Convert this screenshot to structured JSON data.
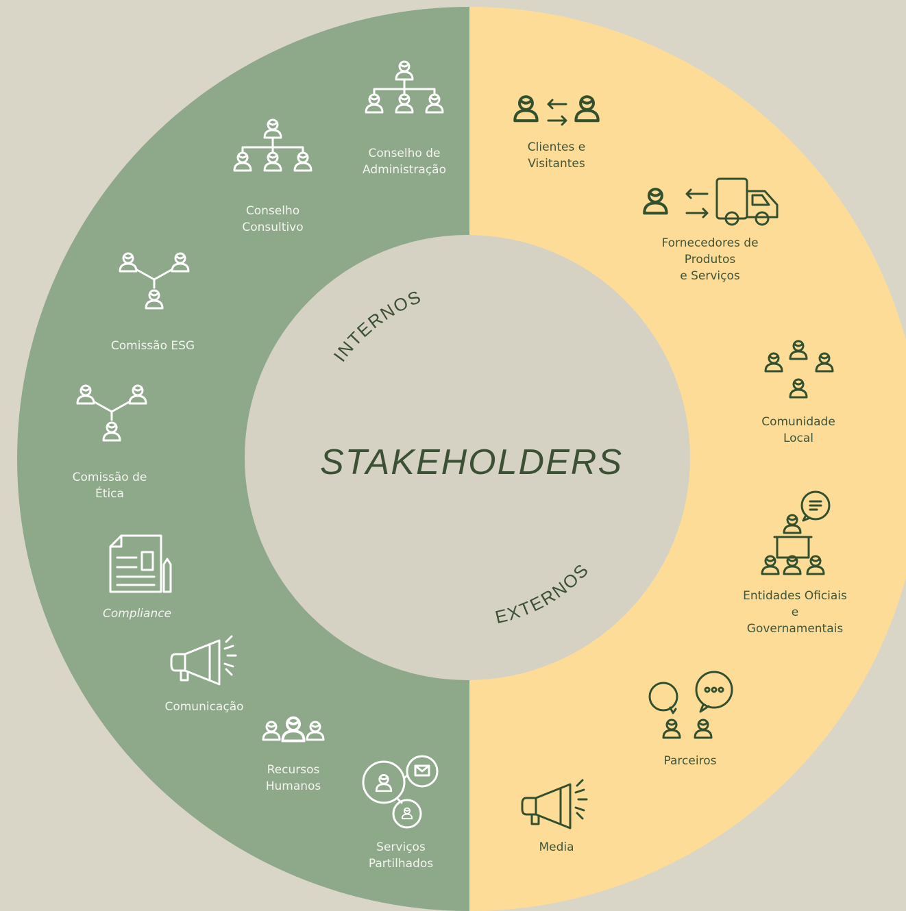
{
  "center": {
    "title": "STAKEHOLDERS",
    "internal_label": "INTERNOS",
    "external_label": "EXTERNOS"
  },
  "colors": {
    "background": "#d9d6c8",
    "internal": "#8ea88a",
    "external": "#fddc97",
    "center": "#d6d2c3",
    "dark_text": "#3b5034"
  },
  "internal": [
    {
      "id": "conselho-administracao",
      "label": "Conselho de\nAdministração",
      "icon": "org-chart-icon"
    },
    {
      "id": "conselho-consultivo",
      "label": "Conselho\nConsultivo",
      "icon": "org-chart-icon"
    },
    {
      "id": "comissao-esg",
      "label": "Comissão ESG",
      "icon": "people-network-icon"
    },
    {
      "id": "comissao-etica",
      "label": "Comissão de\nÉtica",
      "icon": "people-network-icon"
    },
    {
      "id": "compliance",
      "label": "Compliance",
      "icon": "document-pencil-icon"
    },
    {
      "id": "comunicacao",
      "label": "Comunicação",
      "icon": "megaphone-icon"
    },
    {
      "id": "recursos-humanos",
      "label": "Recursos\nHumanos",
      "icon": "group-icon"
    },
    {
      "id": "servicos-partilhados",
      "label": "Serviços\nPartilhados",
      "icon": "shared-network-icon"
    }
  ],
  "external": [
    {
      "id": "clientes-visitantes",
      "label": "Clientes e\nVisitantes",
      "icon": "exchange-people-icon"
    },
    {
      "id": "fornecedores",
      "label": "Fornecedores de\nProdutos\ne Serviços",
      "icon": "supplier-truck-icon"
    },
    {
      "id": "comunidade-local",
      "label": "Comunidade Local",
      "icon": "community-icon"
    },
    {
      "id": "entidades-oficiais",
      "label": "Entidades Oficiais e\nGovernamentais",
      "icon": "speaker-podium-icon"
    },
    {
      "id": "parceiros",
      "label": "Parceiros",
      "icon": "chat-people-icon"
    },
    {
      "id": "media",
      "label": "Media",
      "icon": "megaphone-icon"
    }
  ]
}
